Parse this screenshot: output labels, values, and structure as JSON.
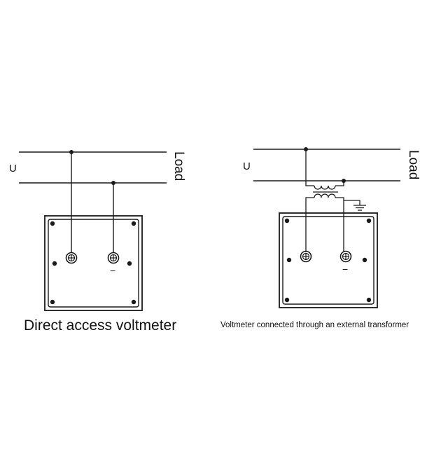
{
  "left_diagram": {
    "supply_label": "U",
    "load_label": "Load",
    "terminal_minus": "−",
    "caption": "Direct access voltmeter"
  },
  "right_diagram": {
    "supply_label": "U",
    "load_label": "Load",
    "terminal_minus": "−",
    "caption": "Voltmeter connected through an external transformer"
  },
  "colors": {
    "line": "#1a1a1a",
    "background": "#ffffff"
  }
}
